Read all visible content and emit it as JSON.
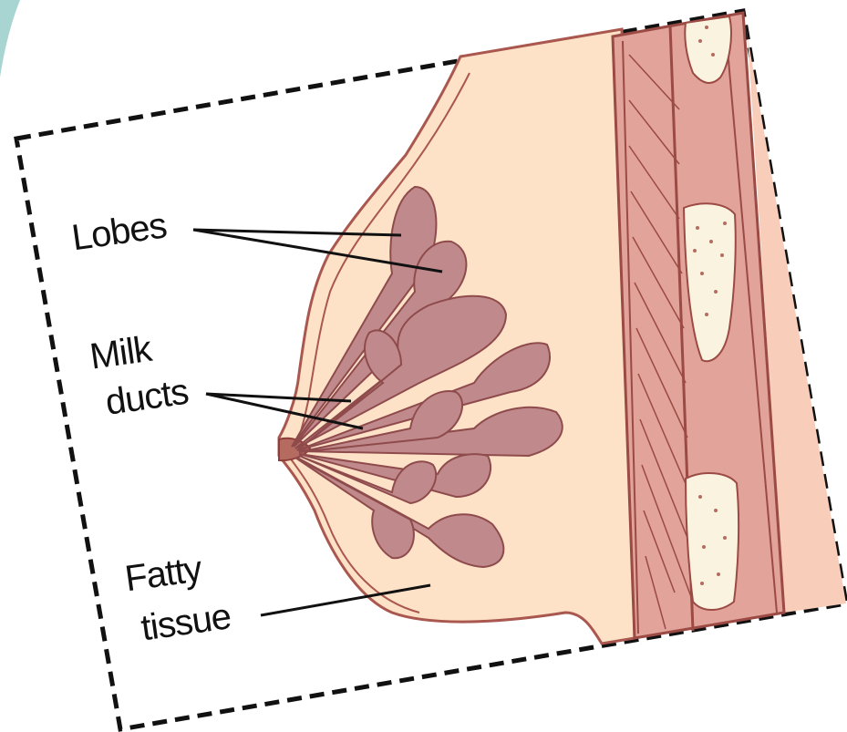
{
  "labels": {
    "lobes": "Lobes",
    "milk_line1": "Milk",
    "milk_line2": "ducts",
    "fatty_line1": "Fatty",
    "fatty_line2": "tissue"
  },
  "colors": {
    "skin": "#fde2c8",
    "outline": "#a9574f",
    "lobe_fill": "#c08a8c",
    "muscle": "#e1a39a",
    "muscle_line": "#9b4a44",
    "rib": "#faf3df",
    "rib_spot": "#b56b60",
    "frame": "#111111",
    "corner": "#a8d4d2"
  }
}
